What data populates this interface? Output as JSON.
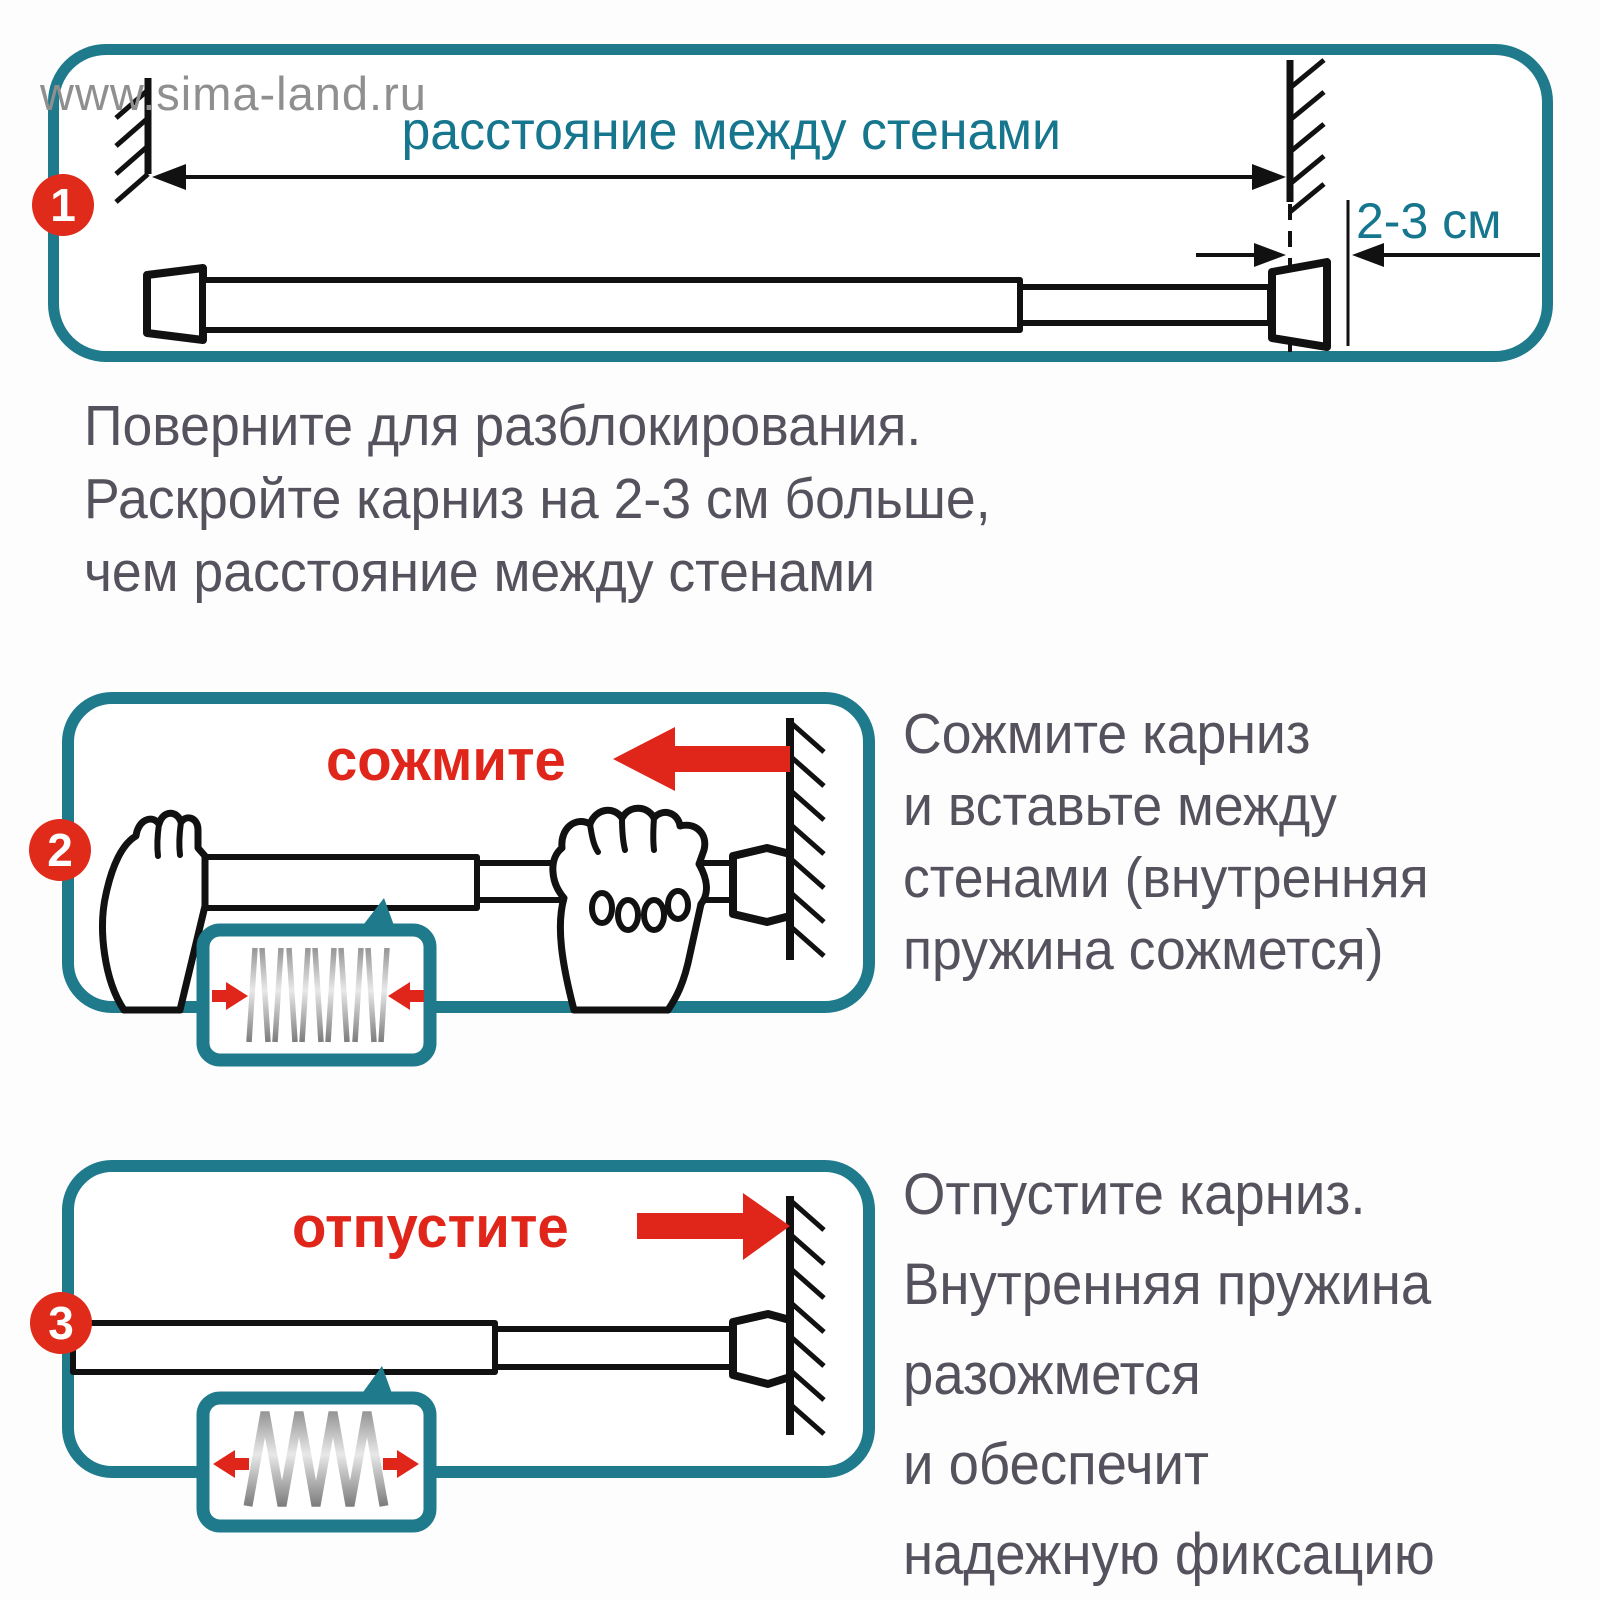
{
  "watermark": "www.sima-land.ru",
  "colors": {
    "teal_border": "#1f7a8c",
    "teal_text": "#15768d",
    "red_accent": "#e0261a",
    "body_text": "#55515d",
    "watermark_gray": "#8f8f8f"
  },
  "step1": {
    "number": "1",
    "distance_label": "расстояние между стенами",
    "gap_label": "2-3 см",
    "caption_lines": [
      "Поверните для разблокирования.",
      "Раскройте карниз на 2-3 см больше,",
      "чем расстояние между стенами"
    ]
  },
  "step2": {
    "number": "2",
    "action_label": "сожмите",
    "caption_lines": [
      "Сожмите карниз",
      "и вставьте между",
      "стенами (внутренняя",
      "пружина сожмется)"
    ]
  },
  "step3": {
    "number": "3",
    "action_label": "отпустите",
    "caption_lines": [
      "Отпустите карниз.",
      "Внутренняя пружина",
      "разожмется",
      "и обеспечит",
      "надежную фиксацию"
    ]
  }
}
